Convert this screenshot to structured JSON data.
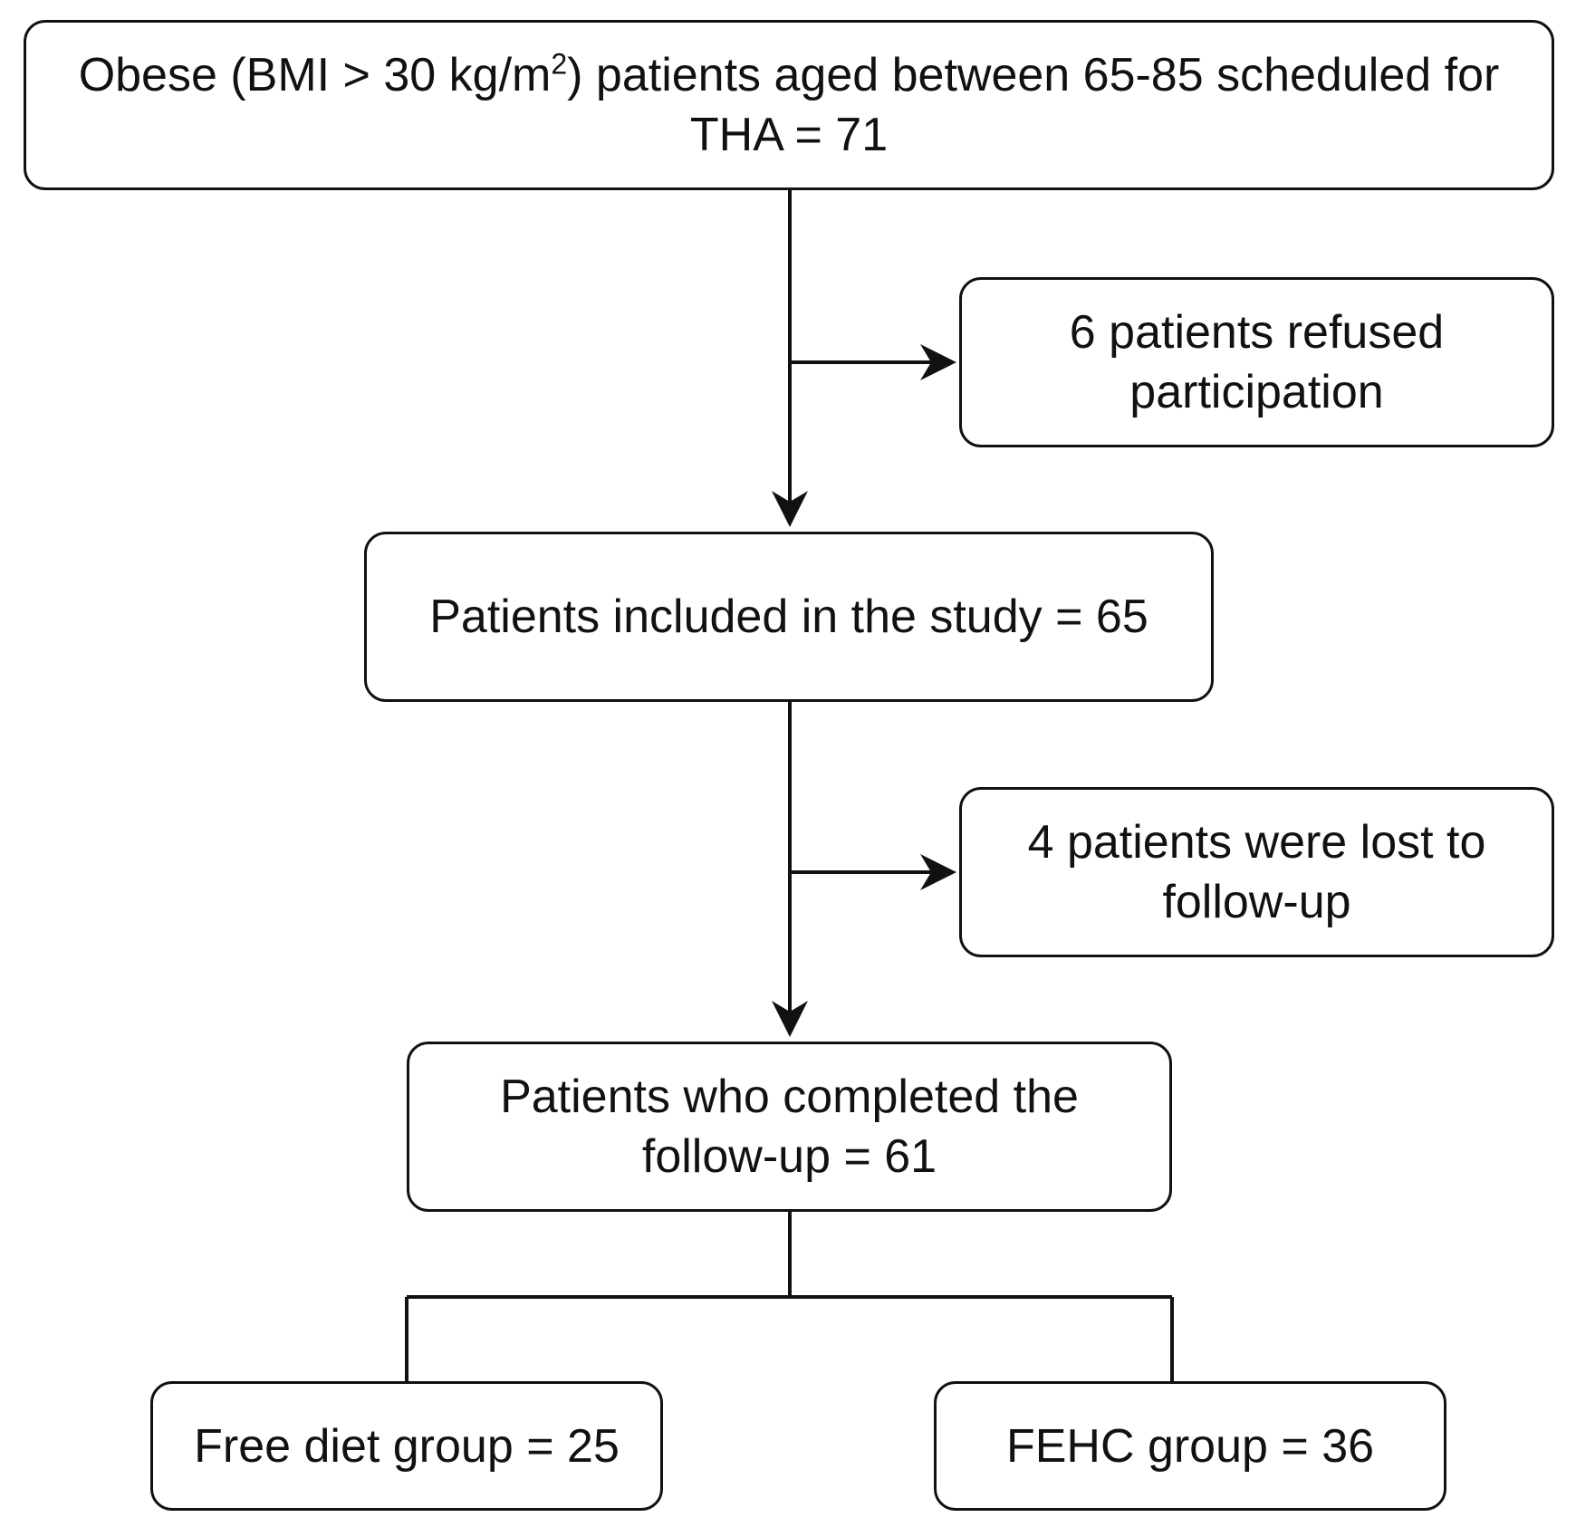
{
  "flowchart": {
    "screened": {
      "text_before": "Obese (BMI > 30 kg/m",
      "superscript": "2",
      "text_after": ") patients aged between 65-85 scheduled for THA  = 71"
    },
    "refused": "6 patients refused participation",
    "included": "Patients included in the study = 65",
    "lost": "4 patients were lost to follow-up",
    "completed": "Patients who completed the follow-up = 61",
    "free_diet": "Free diet group = 25",
    "fehc": "FEHC group = 36"
  },
  "colors": {
    "stroke": "#111111",
    "background": "#ffffff"
  }
}
